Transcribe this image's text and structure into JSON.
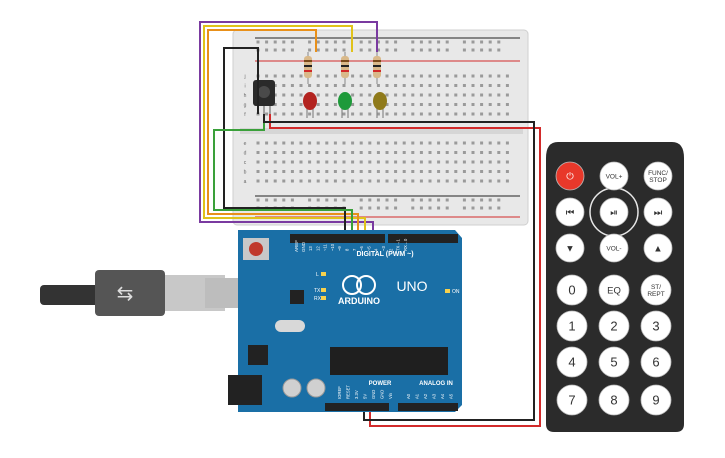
{
  "arduino": {
    "brand": "ARDUINO",
    "model": "UNO",
    "digital_label": "DIGITAL (PWM ~)",
    "power_label": "POWER",
    "analog_label": "ANALOG IN",
    "on_label": "ON",
    "led_l": "L",
    "tx": "TX",
    "rx": "RX",
    "aref": "AREF",
    "gnd": "GND",
    "power_pins": [
      "IOREF",
      "RESET",
      "3.3V",
      "5V",
      "GND",
      "GND",
      "Vin"
    ],
    "analog_pins": [
      "A0",
      "A1",
      "A2",
      "A3",
      "A4",
      "A5"
    ],
    "digital_pins": [
      "13",
      "12",
      "~11",
      "~10",
      "~9",
      "8",
      "7",
      "~6",
      "~5",
      "4",
      "~3",
      "2",
      "TX→1",
      "RX←0"
    ]
  },
  "remote": {
    "buttons": [
      {
        "id": "power",
        "label": "⏻",
        "color": "#e8382a"
      },
      {
        "id": "vol-up",
        "label": "VOL+"
      },
      {
        "id": "func-stop",
        "label": "FUNC/\nSTOP"
      },
      {
        "id": "prev",
        "label": "⏮"
      },
      {
        "id": "play-pause",
        "label": "⏯"
      },
      {
        "id": "next",
        "label": "⏭"
      },
      {
        "id": "down",
        "label": "▼"
      },
      {
        "id": "vol-down",
        "label": "VOL-"
      },
      {
        "id": "up",
        "label": "▲"
      },
      {
        "id": "zero",
        "label": "0"
      },
      {
        "id": "eq",
        "label": "EQ"
      },
      {
        "id": "st-rept",
        "label": "ST/\nREPT"
      },
      {
        "id": "one",
        "label": "1"
      },
      {
        "id": "two",
        "label": "2"
      },
      {
        "id": "three",
        "label": "3"
      },
      {
        "id": "four",
        "label": "4"
      },
      {
        "id": "five",
        "label": "5"
      },
      {
        "id": "six",
        "label": "6"
      },
      {
        "id": "seven",
        "label": "7"
      },
      {
        "id": "eight",
        "label": "8"
      },
      {
        "id": "nine",
        "label": "9"
      }
    ]
  },
  "leds": [
    {
      "color": "red",
      "fill": "#b3231f"
    },
    {
      "color": "green",
      "fill": "#1e9a3a"
    },
    {
      "color": "yellow",
      "fill": "#8f7a1a"
    }
  ],
  "breadboard": {
    "row_letters_top": [
      "j",
      "i",
      "h",
      "g",
      "f"
    ],
    "row_letters_bottom": [
      "e",
      "d",
      "c",
      "b",
      "a"
    ]
  },
  "wires": {
    "orange": "#e8901a",
    "yellow": "#e0c21a",
    "purple": "#7a3aa0",
    "green": "#3aa03a",
    "red": "#d22a2a",
    "black": "#222222"
  }
}
